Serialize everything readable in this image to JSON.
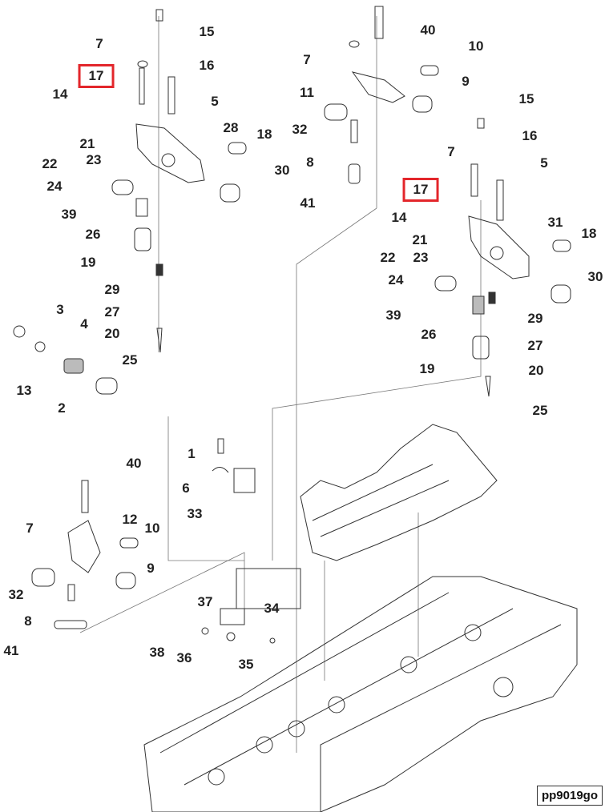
{
  "diagram": {
    "highlight_color": "#e3262b",
    "figure_code": "pp9019go",
    "callouts_left_assembly": [
      "15",
      "16",
      "7",
      "17",
      "5",
      "14",
      "28",
      "18",
      "21",
      "23",
      "22",
      "24",
      "30",
      "39",
      "26",
      "19",
      "29",
      "27",
      "20",
      "25",
      "3",
      "4",
      "13",
      "2"
    ],
    "callouts_right_upper_rocker": [
      "40",
      "10",
      "7",
      "11",
      "9",
      "32",
      "8",
      "41"
    ],
    "callouts_right_assembly": [
      "15",
      "16",
      "7",
      "5",
      "17",
      "14",
      "31",
      "18",
      "21",
      "23",
      "22",
      "24",
      "30",
      "39",
      "29",
      "26",
      "27",
      "19",
      "20",
      "25"
    ],
    "callouts_lower": [
      "1",
      "6",
      "33",
      "40",
      "12",
      "7",
      "10",
      "9",
      "32",
      "8",
      "41",
      "37",
      "34",
      "38",
      "36",
      "35"
    ],
    "highlighted_callout": "17"
  }
}
